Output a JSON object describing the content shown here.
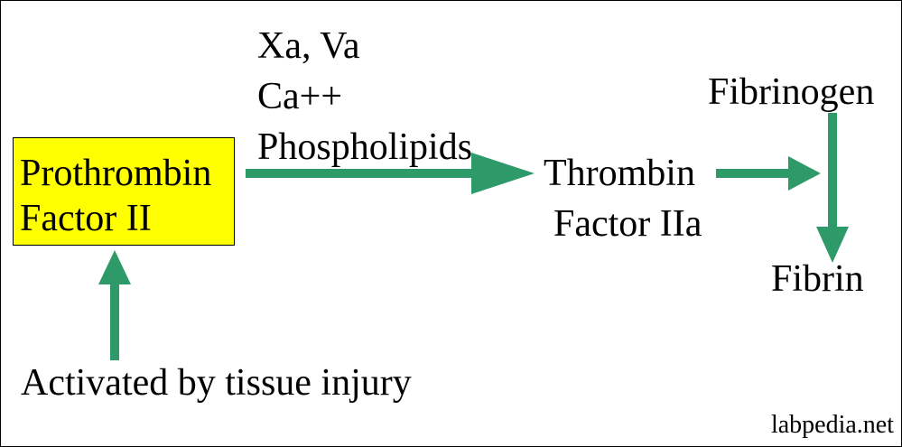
{
  "colors": {
    "box_fill": "#ffff00",
    "arrow": "#2e9a6a",
    "text": "#000000",
    "background": "#ffffff"
  },
  "prothrombin_box": {
    "line1": "Prothrombin",
    "line2": "Factor II"
  },
  "cofactors": [
    "Xa, Va",
    "Ca++",
    "Phospholipids"
  ],
  "thrombin": {
    "line1": "Thrombin",
    "line2": "Factor IIa"
  },
  "fibrinogen": "Fibrinogen",
  "fibrin": "Fibrin",
  "activation": "Activated by tissue injury",
  "credit": "labpedia.net"
}
